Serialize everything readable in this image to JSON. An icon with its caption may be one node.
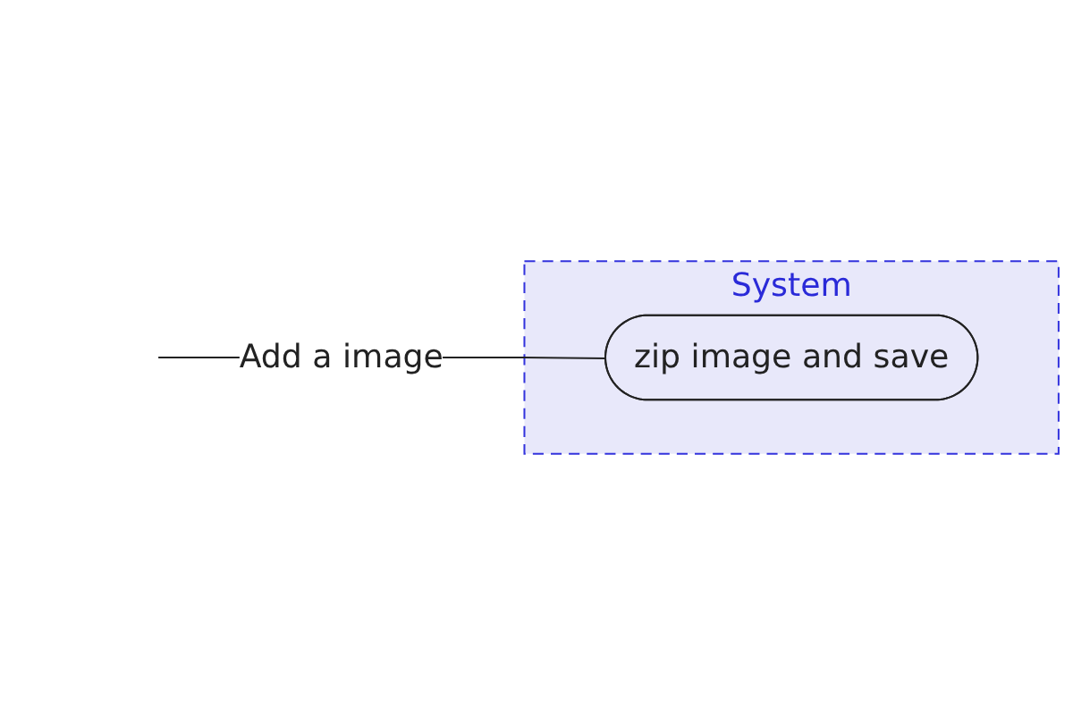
{
  "diagram": {
    "nodes": [
      {
        "text": [
          "System"
        ]
      },
      {
        "text": [
          "zip image and save"
        ],
        "in": 0
      }
    ],
    "edges": [
      {
        "from": null,
        "to": 1,
        "arrow": "none",
        "label": "Add a image"
      }
    ]
  }
}
